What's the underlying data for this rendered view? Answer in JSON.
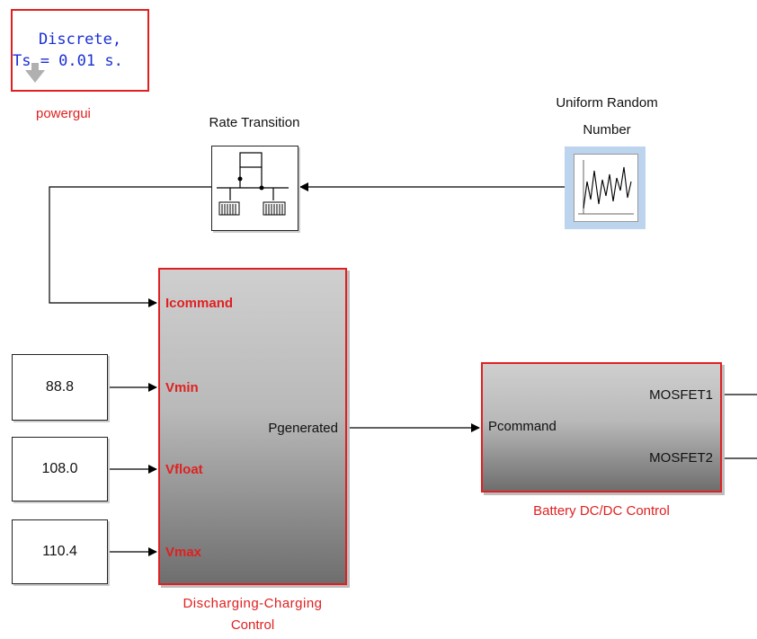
{
  "powergui": {
    "line1": "Discrete,",
    "line2": "Ts = 0.01 s.",
    "name": "powergui"
  },
  "rate_transition": {
    "name": "Rate Transition"
  },
  "uniform_random": {
    "name_line1": "Uniform Random",
    "name_line2": "Number"
  },
  "constants": [
    {
      "value": "88.8"
    },
    {
      "value": "108.0"
    },
    {
      "value": "110.4"
    }
  ],
  "discharging_charging": {
    "inputs": [
      "Icommand",
      "Vmin",
      "Vfloat",
      "Vmax"
    ],
    "output": "Pgenerated",
    "name_line1": "Discharging-Charging",
    "name_line2": "Control"
  },
  "battery_dcdc": {
    "input": "Pcommand",
    "outputs": [
      "MOSFET1",
      "MOSFET2"
    ],
    "name": "Battery DC/DC Control"
  },
  "colors": {
    "block_border_red": "#e02020",
    "powergui_text_blue": "#1a2fd6",
    "random_highlight": "#bcd4ee"
  }
}
